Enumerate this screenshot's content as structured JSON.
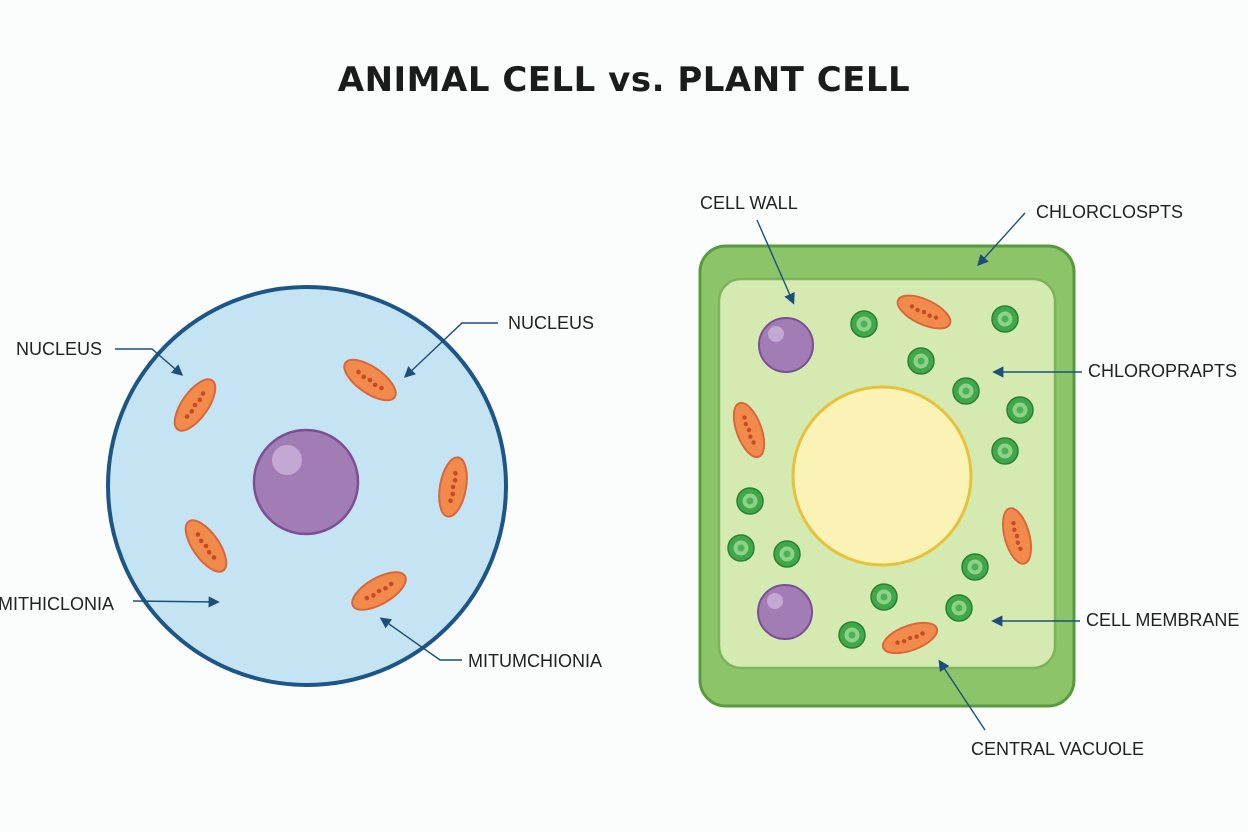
{
  "title": "ANIMAL CELL vs. PLANT CELL",
  "animal_cell": {
    "labels": {
      "nucleus_left": "NUCLEUS",
      "nucleus_right": "NUCLEUS",
      "mitochondria_left": "MITHICLONIA",
      "mitochondria_right": "MITUMCHIONIA"
    }
  },
  "plant_cell": {
    "labels": {
      "cell_wall": "CELL WALL",
      "chloroplasts_top": "CHLORCLOSPTS",
      "chloroplasts_right": "CHLOROPRAPTS",
      "cell_membrane": "CELL MEMBRANE",
      "central_vacuole": "CENTRAL VACUOLE"
    }
  },
  "colors": {
    "cytoplasm": "#c4e4f3",
    "membrane": "#1d5586",
    "nucleus": "#a27cb5",
    "mitochondria": "#f28a4c",
    "cell_wall": "#8cc46a",
    "plant_cytoplasm": "#d4eab1",
    "vacuole": "#fbf3b5",
    "chloroplast": "#3fa84a"
  }
}
